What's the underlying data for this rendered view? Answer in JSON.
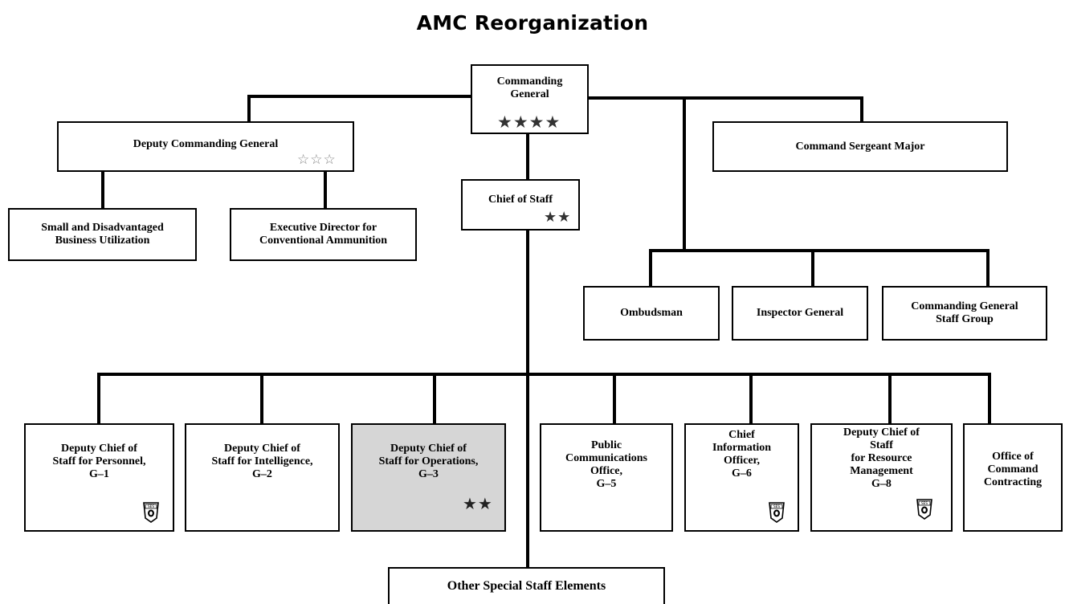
{
  "title": "AMC Reorganization",
  "nodes": {
    "commanding_general": {
      "label": "Commanding\nGeneral",
      "stars": "★★★★"
    },
    "deputy_commanding_general": {
      "label": "Deputy Commanding General",
      "stars": "☆☆☆"
    },
    "command_sergeant_major": {
      "label": "Command Sergeant Major"
    },
    "chief_of_staff": {
      "label": "Chief of Staff",
      "stars": "★★"
    },
    "small_disadvantaged": {
      "label": "Small and Disadvantaged\nBusiness Utilization"
    },
    "executive_director": {
      "label": "Executive Director for\nConventional Ammunition"
    },
    "ombudsman": {
      "label": "Ombudsman"
    },
    "inspector_general": {
      "label": "Inspector General"
    },
    "cg_staff_group": {
      "label": "Commanding General\nStaff Group"
    },
    "g1": {
      "label": "Deputy Chief of\nStaff for Personnel,\nG–1",
      "badge": "SES"
    },
    "g2": {
      "label": "Deputy Chief of\nStaff for Intelligence,\nG–2"
    },
    "g3": {
      "label": "Deputy Chief of\nStaff for Operations,\nG–3",
      "stars": "★★"
    },
    "g5": {
      "label": "Public\nCommunications\nOffice,\nG–5"
    },
    "g6": {
      "label": "Chief\nInformation\nOfficer,\nG–6",
      "badge": "SES"
    },
    "g8": {
      "label": "Deputy Chief of\nStaff\nfor Resource\nManagement\nG–8",
      "badge": "SES"
    },
    "command_contracting": {
      "label": "Office of\nCommand\nContracting"
    },
    "other_special_staff": {
      "label": "Other Special Staff Elements"
    }
  }
}
